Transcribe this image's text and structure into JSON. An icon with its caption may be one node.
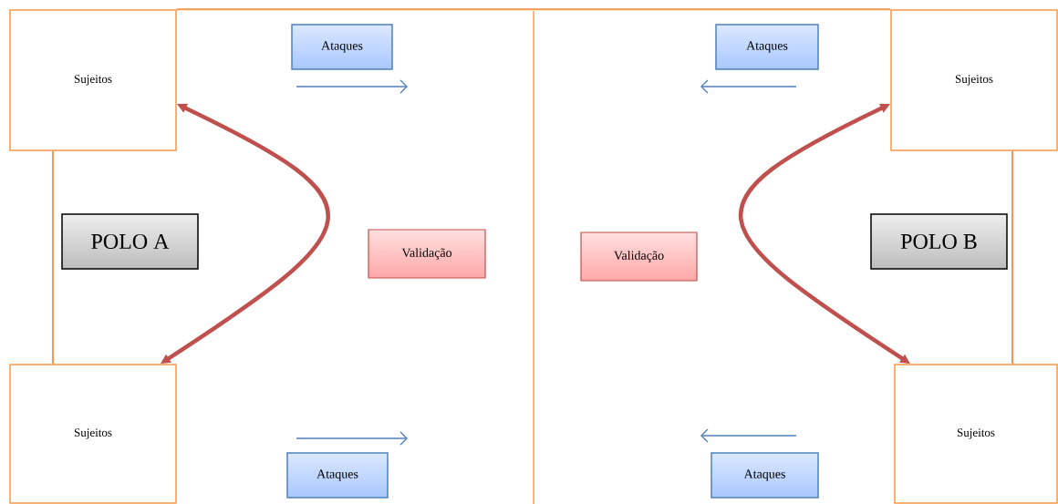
{
  "diagram": {
    "nodes": [
      {
        "text": [
          "Sujeitos"
        ]
      },
      {
        "text": [
          "Ataques"
        ]
      },
      {
        "text": [
          "Ataques"
        ]
      },
      {
        "text": [
          "Sujeitos"
        ]
      },
      {
        "text": [
          "POLO A"
        ]
      },
      {
        "text": [
          "Validação"
        ]
      },
      {
        "text": [
          "Validação"
        ]
      },
      {
        "text": [
          "POLO B"
        ]
      },
      {
        "text": [
          "Sujeitos"
        ]
      },
      {
        "text": [
          "Sujeitos"
        ]
      },
      {
        "text": [
          "Ataques"
        ]
      },
      {
        "text": [
          "Ataques"
        ]
      }
    ],
    "edges": [
      {
        "from": 0,
        "to": 3,
        "arrow": "none"
      },
      {
        "from": 0,
        "to": 8,
        "arrow": "none"
      },
      {
        "from": 3,
        "to": 9,
        "arrow": "none"
      },
      {
        "from": 0,
        "to": 8,
        "arrow": "both",
        "style": "thick",
        "color": "#c0504d"
      },
      {
        "from": 3,
        "to": 9,
        "arrow": "both",
        "style": "thick",
        "color": "#c0504d"
      }
    ]
  }
}
